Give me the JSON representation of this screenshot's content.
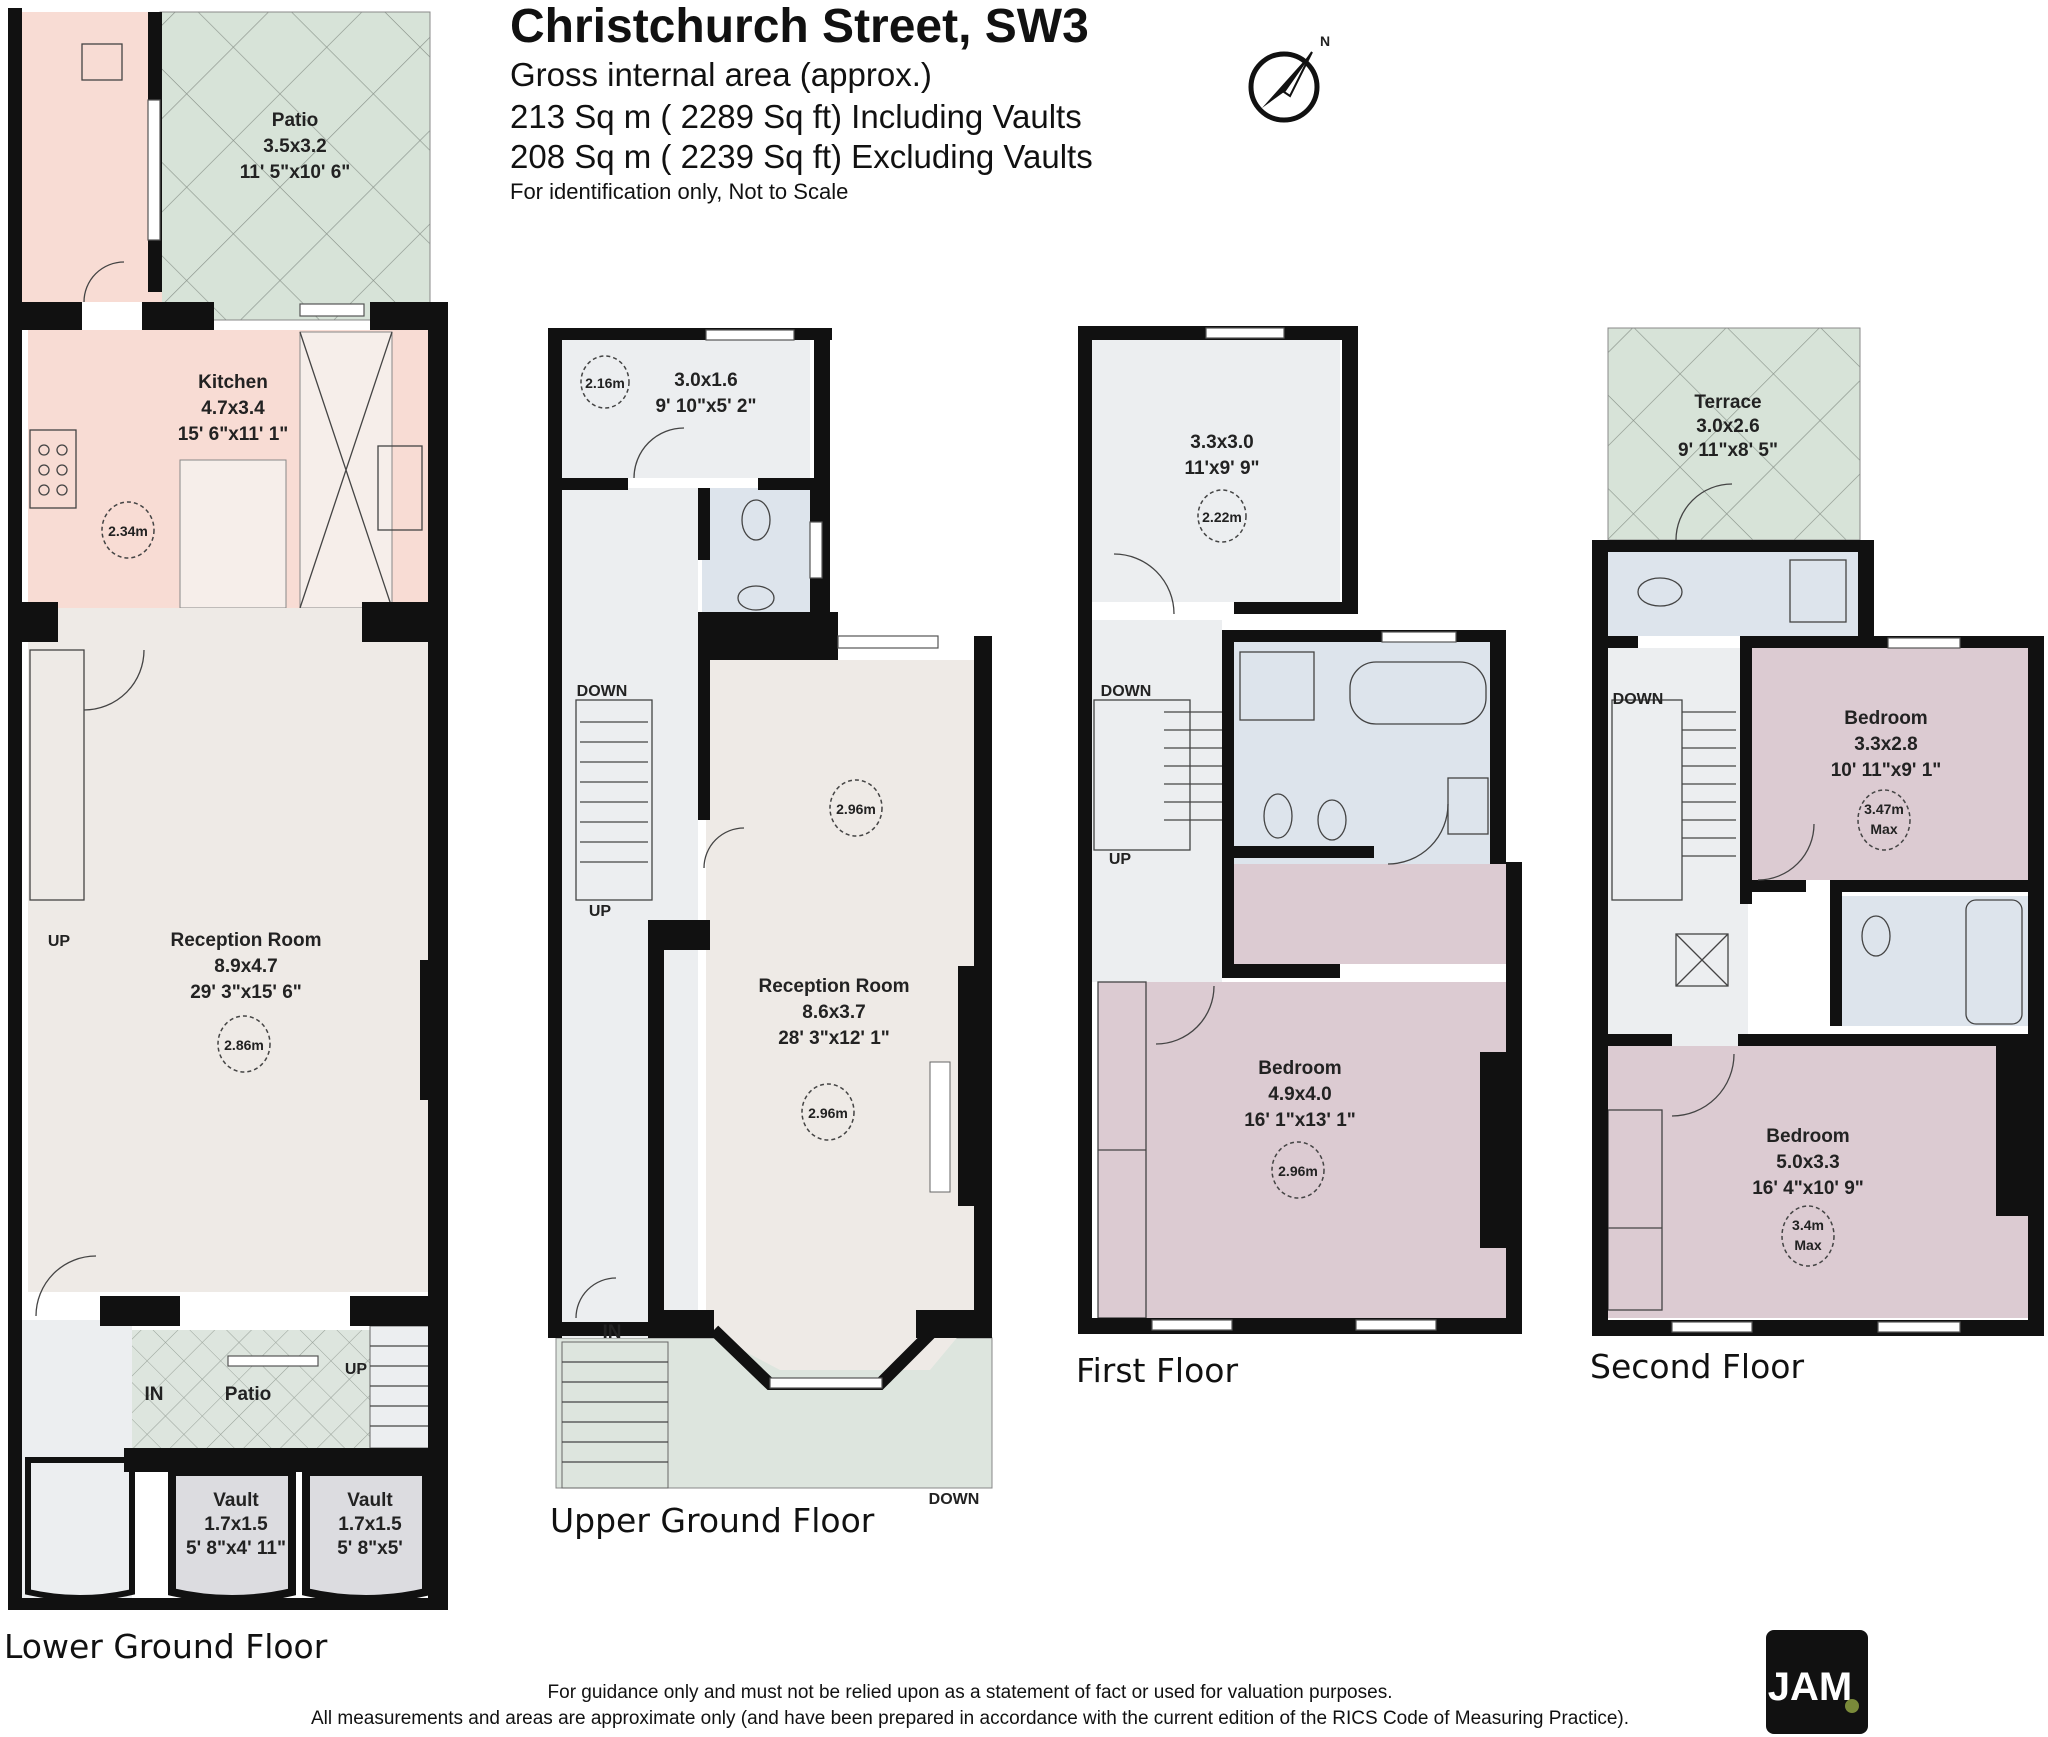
{
  "header": {
    "title": "Christchurch Street, SW3",
    "subtitle": "Gross internal area (approx.)",
    "area_incl": "213 Sq m ( 2289 Sq ft) Including Vaults",
    "area_excl": "208 Sq m ( 2239 Sq ft) Excluding Vaults",
    "note": "For identification only, Not to Scale"
  },
  "compass": {
    "icon": "north-arrow-icon",
    "label": "N"
  },
  "floors": {
    "lower_ground": "Lower Ground Floor",
    "upper_ground": "Upper Ground Floor",
    "first": "First Floor",
    "second": "Second Floor"
  },
  "rooms": {
    "lg_patio_top": {
      "name": "Patio",
      "metric": "3.5x3.2",
      "imperial": "11' 5\"x10' 6\""
    },
    "lg_kitchen": {
      "name": "Kitchen",
      "metric": "4.7x3.4",
      "imperial": "15' 6\"x11' 1\"",
      "height": "2.34m"
    },
    "lg_reception": {
      "name": "Reception Room",
      "metric": "8.9x4.7",
      "imperial": "29' 3\"x15' 6\"",
      "height": "2.86m"
    },
    "lg_patio_front": {
      "name": "Patio"
    },
    "lg_vault_1": {
      "name": "Vault",
      "metric": "1.7x1.5",
      "imperial": "5' 8\"x4' 11\""
    },
    "lg_vault_2": {
      "name": "Vault",
      "metric": "1.7x1.5",
      "imperial": "5' 8\"x5'"
    },
    "ug_rear_room": {
      "metric": "3.0x1.6",
      "imperial": "9' 10\"x5' 2\"",
      "height": "2.16m"
    },
    "ug_reception": {
      "name": "Reception Room",
      "metric": "8.6x3.7",
      "imperial": "28' 3\"x12' 1\"",
      "height_rear": "2.96m",
      "height_front": "2.96m"
    },
    "ff_rear_room": {
      "metric": "3.3x3.0",
      "imperial": "11'x9' 9\"",
      "height": "2.22m"
    },
    "ff_bedroom": {
      "name": "Bedroom",
      "metric": "4.9x4.0",
      "imperial": "16' 1\"x13' 1\"",
      "height": "2.96m"
    },
    "sf_terrace": {
      "name": "Terrace",
      "metric": "3.0x2.6",
      "imperial": "9' 11\"x8' 5\""
    },
    "sf_bedroom_rear": {
      "name": "Bedroom",
      "metric": "3.3x2.8",
      "imperial": "10' 11\"x9' 1\"",
      "height": "3.47m",
      "height_note": "Max"
    },
    "sf_bedroom_front": {
      "name": "Bedroom",
      "metric": "5.0x3.3",
      "imperial": "16' 4\"x10' 9\"",
      "height": "3.4m",
      "height_note": "Max"
    }
  },
  "stair_labels": {
    "up": "UP",
    "down": "DOWN",
    "in": "IN"
  },
  "footer": {
    "line1": "For guidance only and must not be relied upon as a statement of fact or used for valuation purposes.",
    "line2": "All measurements and areas are approximate only (and have been prepared in accordance with the current edition of the RICS Code of Measuring Practice).",
    "logo_text": "JAM"
  },
  "colors": {
    "kitchen": "#f8dcd4",
    "reception": "#eeeae6",
    "bedroom": "#dccbd2",
    "bathroom": "#dde4ec",
    "hall": "#eceef0",
    "patio": "#d7e3d8",
    "wall": "#111111"
  }
}
